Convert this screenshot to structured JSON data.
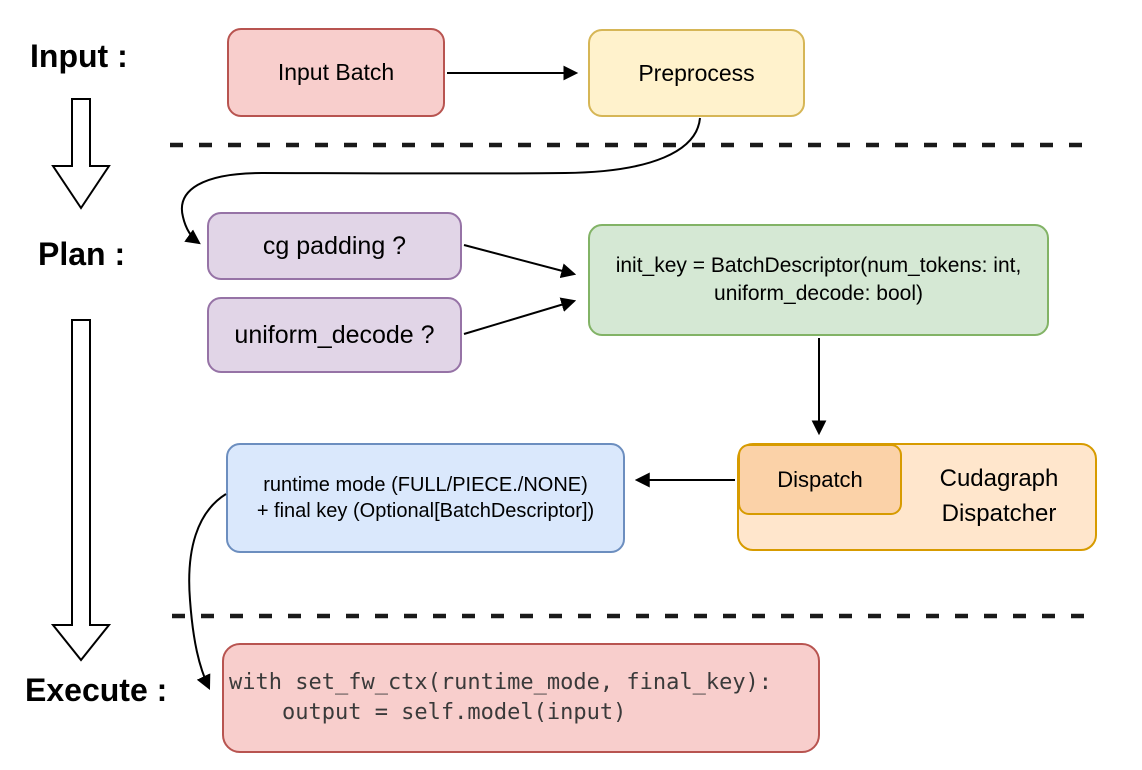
{
  "diagram": {
    "stages": {
      "input_label": "Input :",
      "plan_label": "Plan :",
      "execute_label": "Execute :"
    },
    "nodes": {
      "input_batch": "Input Batch",
      "preprocess": "Preprocess",
      "cg_padding": "cg padding ?",
      "uniform_decode": "uniform_decode ?",
      "init_key_line1": "init_key = BatchDescriptor(num_tokens: int,",
      "init_key_line2": "uniform_decode: bool)",
      "dispatch": "Dispatch",
      "dispatcher_line1": "Cudagraph",
      "dispatcher_line2": "Dispatcher",
      "runtime_line1": "runtime mode (FULL/PIECE./NONE)",
      "runtime_line2": "+ final key (Optional[BatchDescriptor])",
      "code_line1": "with set_fw_ctx(runtime_mode, final_key):",
      "code_line2": "    output = self.model(input)"
    },
    "colors": {
      "pink_fill": "#f8cecc",
      "pink_stroke": "#b85450",
      "yellow_fill": "#fff2cc",
      "yellow_stroke": "#d6b656",
      "purple_fill": "#e1d5e7",
      "purple_stroke": "#9673a6",
      "green_fill": "#d5e8d4",
      "green_stroke": "#82b366",
      "orange_fill": "#ffe6cc",
      "orange_inner_fill": "#fbd2a8",
      "orange_stroke": "#d79b00",
      "blue_fill": "#dae8fc",
      "blue_stroke": "#6c8ebf",
      "connector": "#000000"
    }
  }
}
